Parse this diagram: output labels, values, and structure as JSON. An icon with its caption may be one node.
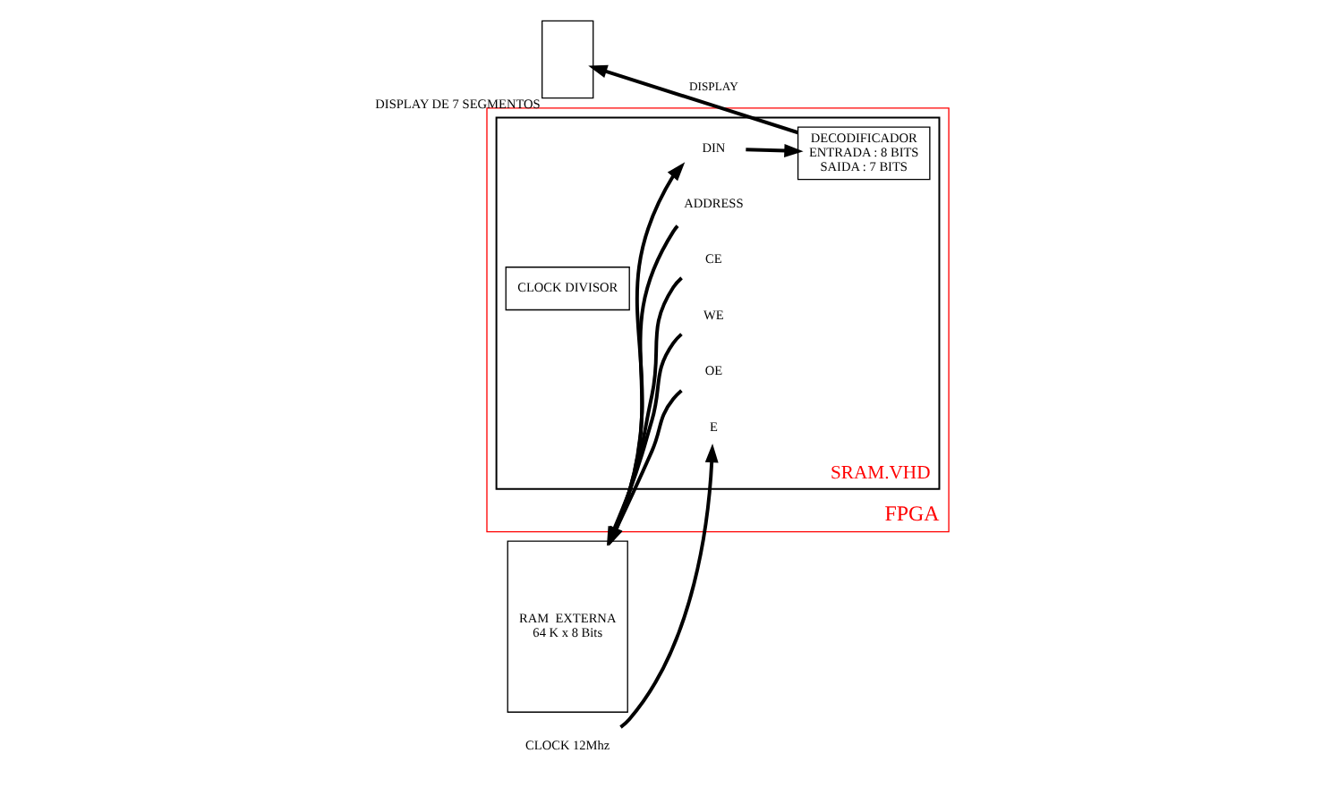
{
  "diagram": {
    "nodes": [
      {
        "text": [
          "FPGA"
        ]
      },
      {
        "text": [
          "SRAM.VHD"
        ],
        "in": 0
      },
      {
        "text": [
          "E"
        ],
        "in": 1
      },
      {
        "text": [
          "CLOCK DIVISOR"
        ],
        "in": 1
      },
      {
        "text": [
          "ADDRESS"
        ],
        "in": 1
      },
      {
        "text": [
          "CE"
        ],
        "in": 1
      },
      {
        "text": [
          "WE"
        ],
        "in": 1
      },
      {
        "text": [
          "OE"
        ],
        "in": 1
      },
      {
        "text": [
          "DIN"
        ],
        "in": 1
      },
      {
        "text": [
          "DECODIFICADOR",
          "ENTRADA : 8 BITS",
          "SAIDA : 7 BITS"
        ],
        "in": 1
      },
      {
        "text": [
          "RAM  EXTERNA",
          "64 K x 8 Bits"
        ]
      },
      {
        "text": [
          "CLOCK 12Mhz"
        ]
      },
      {
        "text": [],
        "shape": "box",
        "beside": [
          "DISPLAY DE 7 SEGMENTOS"
        ]
      }
    ],
    "edges": [
      {
        "from": 11,
        "to": 2,
        "arrow": "to"
      },
      {
        "from": 4,
        "to": 10,
        "arrow": "to"
      },
      {
        "from": 5,
        "to": 10,
        "arrow": "to"
      },
      {
        "from": 6,
        "to": 10,
        "arrow": "to"
      },
      {
        "from": 7,
        "to": 10,
        "arrow": "to"
      },
      {
        "from": 10,
        "to": 8,
        "arrow": "to"
      },
      {
        "from": 8,
        "to": 9,
        "arrow": "to"
      },
      {
        "from": 9,
        "to": 12,
        "label": "DISPLAY",
        "arrow": "to"
      }
    ]
  }
}
